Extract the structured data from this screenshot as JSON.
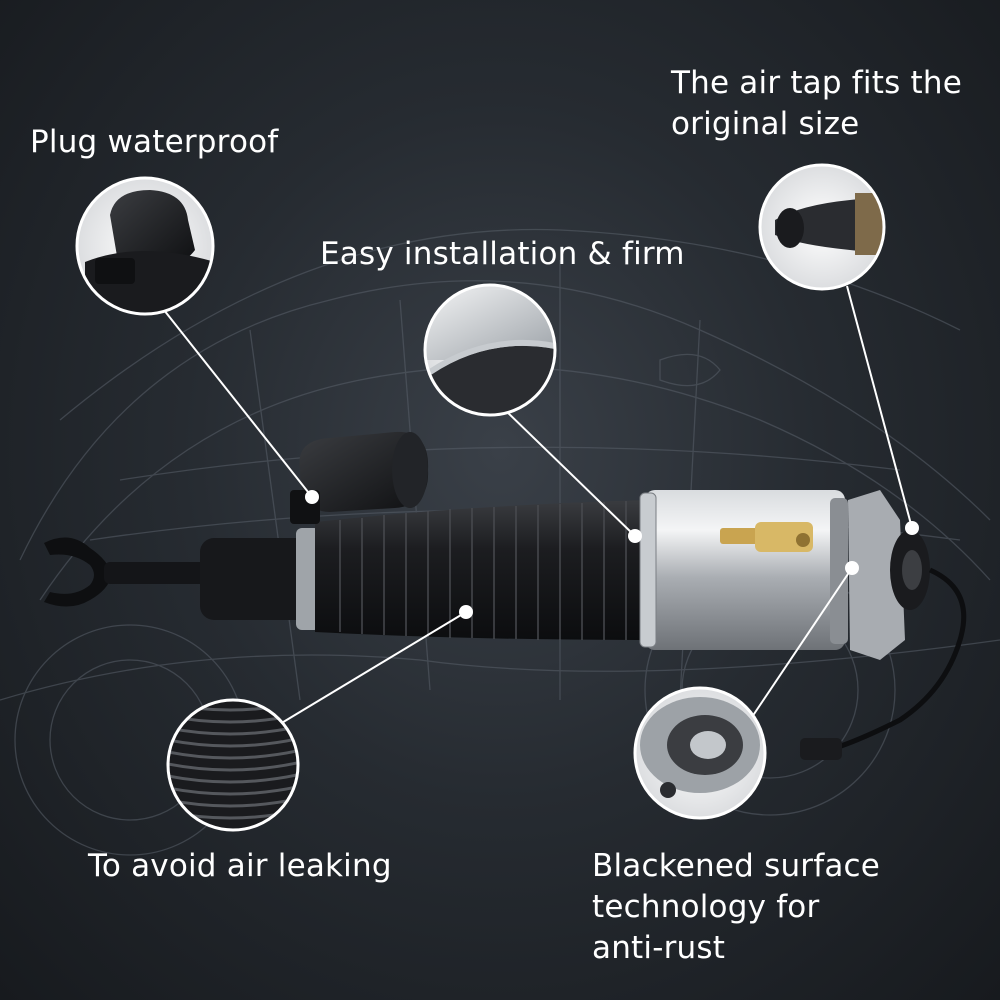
{
  "callouts": {
    "plug": {
      "text": "Plug waterproof"
    },
    "air_tap": {
      "line1": "The air tap fits the",
      "line2": "original size"
    },
    "installation": {
      "text": "Easy installation & firm"
    },
    "leaking": {
      "text": "To avoid air leaking"
    },
    "surface": {
      "line1": "Blackened surface",
      "line2": "technology for",
      "line3": "anti-rust"
    }
  },
  "colors": {
    "background": "#262b31",
    "text": "#ffffff",
    "leader_line": "#ffffff",
    "bellows": "#1c1d20",
    "air_chamber": "#b8bcc0",
    "brass_valve": "#c9a450"
  }
}
